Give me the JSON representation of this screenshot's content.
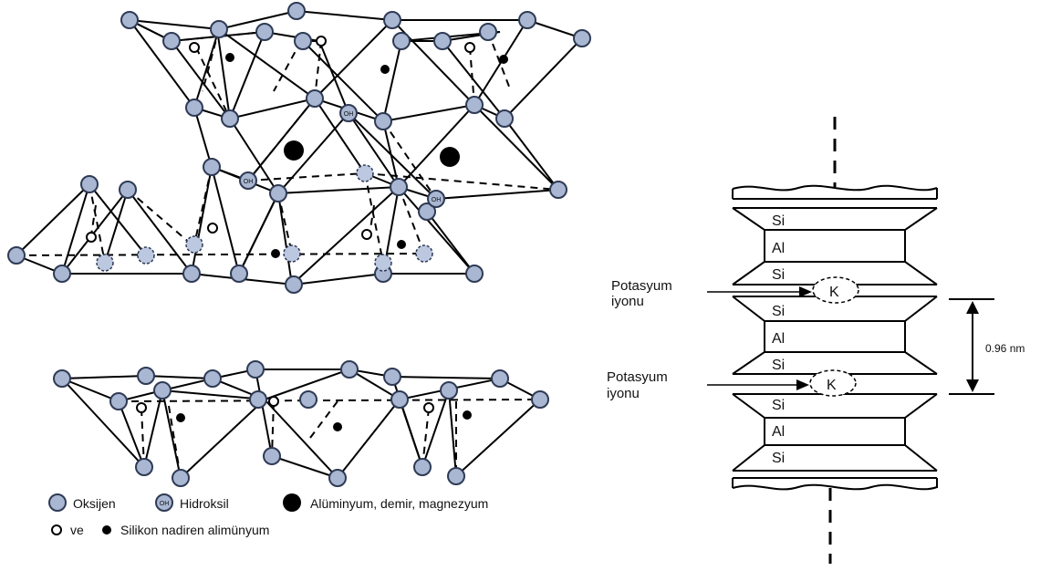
{
  "legend": {
    "oxygen": "Oksijen",
    "hydroxyl": "Hidroksil",
    "hydroxyl_symbol": "OH",
    "metals": "Alüminyum, demir, magnezyum",
    "and_word": "ve",
    "silicon": "Silikon nadiren alimünyum"
  },
  "layers": {
    "tetra_top": "Si",
    "octa": "Al",
    "tetra_bottom": "Si",
    "interlayer_ion": "K"
  },
  "ion_label": {
    "line1": "Potasyum",
    "line2": "iyonu"
  },
  "dimension": "0.96 nm",
  "colors": {
    "oxygen_fill": "#a9b7d2",
    "oxygen_stroke": "#2f3b55",
    "line": "#000000"
  }
}
